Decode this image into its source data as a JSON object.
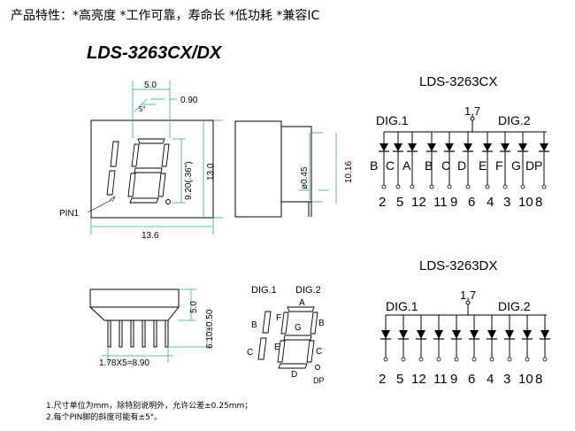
{
  "header": {
    "text": "产品特性：*高亮度 *工作可靠，寿命长 *低功耗 *兼容IC"
  },
  "title": {
    "model": "LDS-3263CX/DX"
  },
  "front_view": {
    "dim_top": "5.0",
    "dim_seg_w": "0.90",
    "dim_slant": "5°",
    "dim_digit_h": "9.20(.36\")",
    "dim_height": "13.0",
    "dim_width": "13.6",
    "pin_label": "PIN1"
  },
  "side_view": {
    "dim_pin_dia": "ø0.45",
    "dim_height": "10.16"
  },
  "bottom_view": {
    "dim_height": "5.0",
    "dim_pin_len": "6.10±0.50",
    "dim_pitch": "1.78X5=8.90"
  },
  "segments": {
    "dig1": "DIG.1",
    "dig2": "DIG.2",
    "labels": [
      "A",
      "B",
      "C",
      "D",
      "E",
      "F",
      "G",
      "B",
      "C",
      "DP"
    ]
  },
  "schematic_cx": {
    "title": "LDS-3263CX",
    "dig1": "DIG.1",
    "dig2": "DIG.2",
    "common": "1,7",
    "seg_labels": [
      "B",
      "C",
      "A",
      "B",
      "C",
      "D",
      "E",
      "F",
      "G",
      "D",
      "P"
    ],
    "pins": [
      "2",
      "5",
      "12",
      "11",
      "9",
      "6",
      "4",
      "3",
      "10",
      "8"
    ]
  },
  "schematic_dx": {
    "title": "LDS-3263DX",
    "dig1": "DIG.1",
    "dig2": "DIG.2",
    "common": "1,7",
    "pins": [
      "2",
      "5",
      "12",
      "11",
      "9",
      "6",
      "4",
      "3",
      "10",
      "8"
    ]
  },
  "notes": [
    "1.尺寸单位为mm，除特别说明外，允许公差±0.25mm；",
    "2.每个PIN脚的斜度可能有±5°。"
  ],
  "colors": {
    "dimension_line": "#2aa7a7",
    "ink": "#000000"
  }
}
